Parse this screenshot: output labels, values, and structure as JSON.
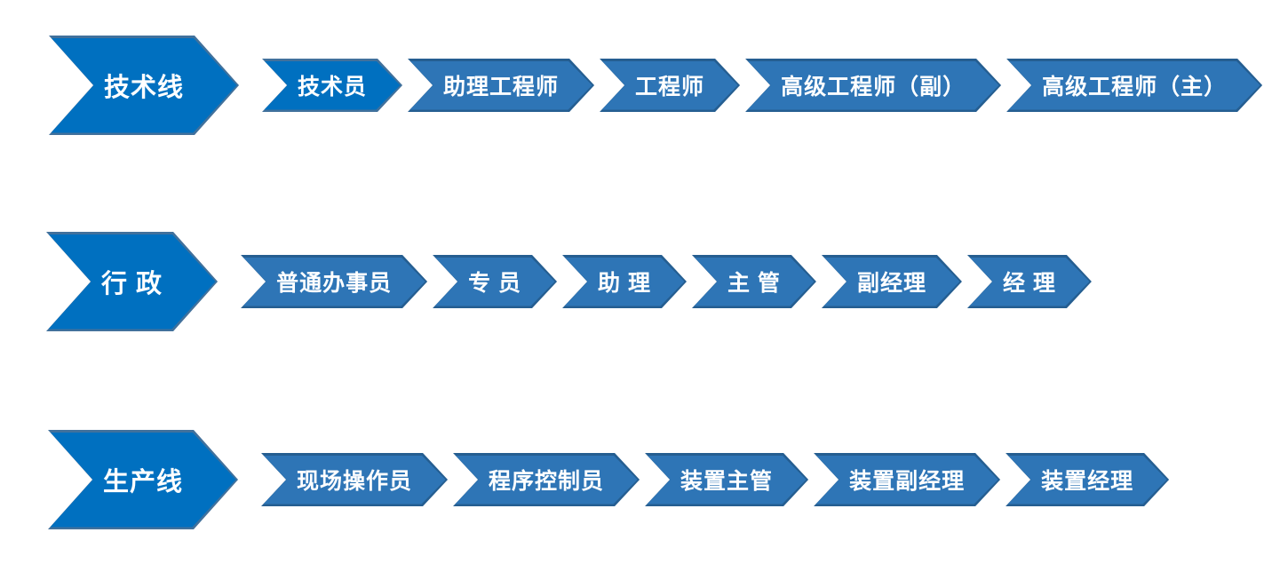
{
  "diagram": {
    "title": "career-progression-chevron-diagram",
    "colors": {
      "category_fill": "#0070C0",
      "category_border": "#41719C",
      "stage_fill": "#2E75B6",
      "stage_border": "#255E91",
      "highlight_fill": "#0070C0",
      "highlight_border": "#41719C",
      "text": "#FFFFFF",
      "background": "#FFFFFF"
    },
    "rows": [
      {
        "category": "技术线",
        "stages": [
          {
            "label": "技术员",
            "highlight": true
          },
          {
            "label": "助理工程师",
            "highlight": false
          },
          {
            "label": "工程师",
            "highlight": false
          },
          {
            "label": "高级工程师（副）",
            "highlight": false
          },
          {
            "label": "高级工程师（主）",
            "highlight": false
          }
        ]
      },
      {
        "category": "行 政",
        "stages": [
          {
            "label": "普通办事员",
            "highlight": false
          },
          {
            "label": "专 员",
            "highlight": false
          },
          {
            "label": "助 理",
            "highlight": false
          },
          {
            "label": "主 管",
            "highlight": false
          },
          {
            "label": "副经理",
            "highlight": false
          },
          {
            "label": "经 理",
            "highlight": false
          }
        ]
      },
      {
        "category": "生产线",
        "stages": [
          {
            "label": "现场操作员",
            "highlight": false
          },
          {
            "label": "程序控制员",
            "highlight": false
          },
          {
            "label": "装置主管",
            "highlight": false
          },
          {
            "label": "装置副经理",
            "highlight": false
          },
          {
            "label": "装置经理",
            "highlight": false
          }
        ]
      }
    ]
  }
}
